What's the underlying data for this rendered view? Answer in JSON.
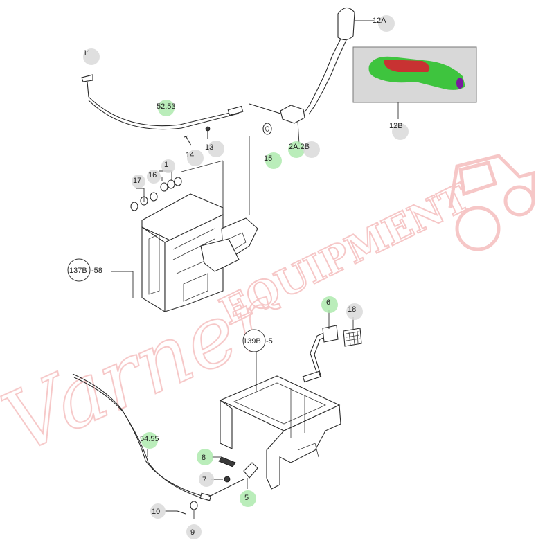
{
  "watermark": {
    "brand": "Varner",
    "sub": "EQUIPMENT",
    "color": "#f0a0a0"
  },
  "inset": {
    "bg": "#d8d8d8",
    "grip": "#3ec43e",
    "top": "#c83232",
    "cap": "#7a1aa0"
  },
  "callouts": {
    "c11": "11",
    "c5253": "52.53",
    "c14": "14",
    "c13": "13",
    "c15": "15",
    "c2a2b": "2A.2B",
    "c12a": "12A",
    "c12b": "12B",
    "c17": "17",
    "c16": "16",
    "c1": "1",
    "c137b": "137B",
    "c58": "-58",
    "c139b": "139B",
    "c5": "-5",
    "c6": "6",
    "c18": "18",
    "c5455": "54.55",
    "c8": "8",
    "c7": "7",
    "c5b": "5",
    "c10": "10",
    "c9": "9"
  },
  "highlight": {
    "green": "#aeeaae",
    "grey": "#d9d9d9"
  }
}
